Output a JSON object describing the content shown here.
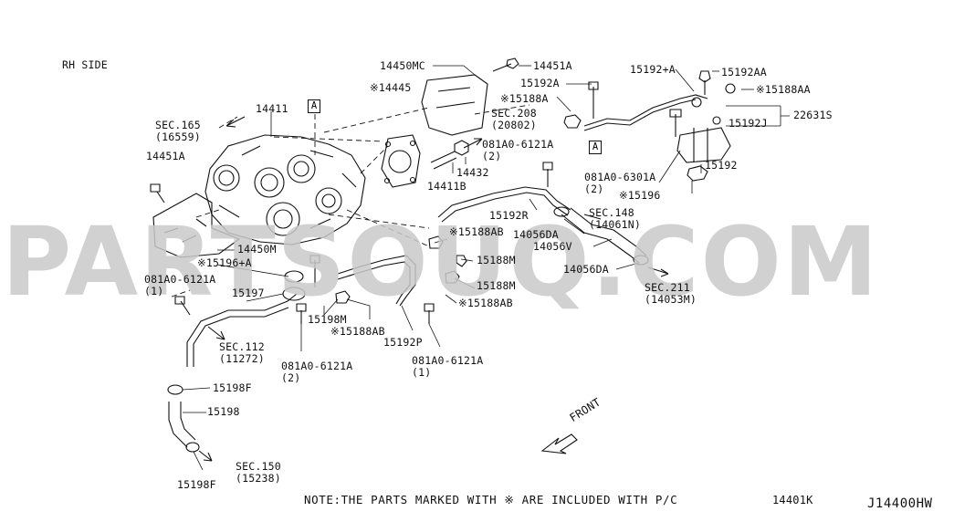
{
  "view_label": "RH SIDE",
  "watermark": "PARTSOUQ.COM",
  "front_label": "FRONT",
  "ref_box_letter": "A",
  "note": "NOTE:THE PARTS MARKED WITH ※ ARE INCLUDED WITH P/C",
  "note_code": "14401K",
  "diagram_code": "J14400HW",
  "labels": {
    "p14450MC": "14450MC",
    "p14451A_top": "14451A",
    "p14445": "※14445",
    "sec165": "SEC.165\n(16559)",
    "p14411": "14411",
    "p14451A_left": "14451A",
    "sec208": "SEC.208\n(20802)",
    "p081A0_6121A_b2": "081A0-6121A\n(2)",
    "p14432": "14432",
    "p14411B": "14411B",
    "p15192A": "15192A",
    "p15188A": "※15188A",
    "p15192plusA": "15192+A",
    "p15192AA": "15192AA",
    "p15188AA": "※15188AA",
    "p22631S": "22631S",
    "p15192J": "15192J",
    "p15192": "15192",
    "p081A0_6301A": "081A0-6301A\n(2)",
    "p15196": "※15196",
    "sec148": "SEC.148\n(14061N)",
    "p15192R": "15192R",
    "p14056DA_1": "14056DA",
    "p14056V": "14056V",
    "p14056DA_2": "14056DA",
    "sec211": "SEC.211\n(14053M)",
    "p15188AB_1": "※15188AB",
    "p15188M_1": "15188M",
    "p15188M_2": "15188M",
    "p15188AB_2": "※15188AB",
    "p14450M": "14450M",
    "p15196plusA": "※15196+A",
    "p081A0_6121A_b1": "081A0-6121A\n(1)",
    "p15197": "15197",
    "p15198M": "15198M",
    "p15188AB_3": "※15188AB",
    "p15192P": "15192P",
    "p081A0_6121A_b3": "081A0-6121A\n(1)",
    "sec112": "SEC.112\n(11272)",
    "p081A0_6121A_b4": "081A0-6121A\n(2)",
    "p15198F_1": "15198F",
    "p15198": "15198",
    "sec150": "SEC.150\n(15238)",
    "p15198F_2": "15198F"
  }
}
